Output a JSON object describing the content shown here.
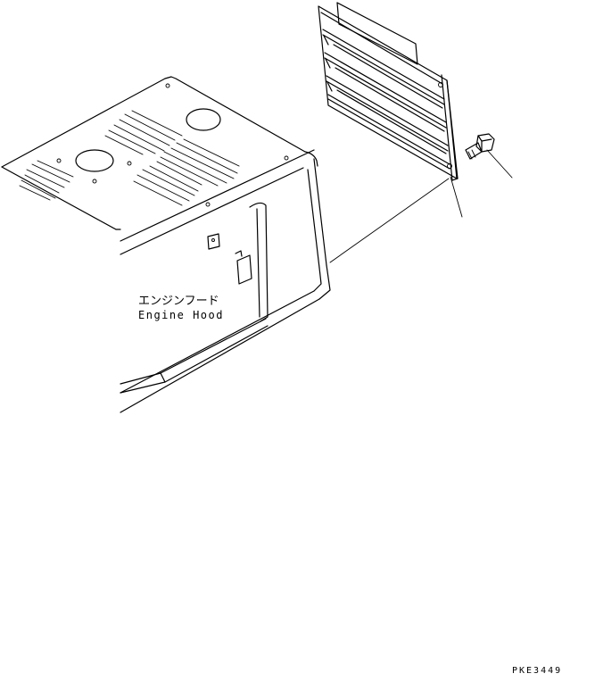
{
  "labels": {
    "part_name_jp": "エンジンフード",
    "part_name_en": "Engine Hood",
    "drawing_code": "PKE3449"
  }
}
